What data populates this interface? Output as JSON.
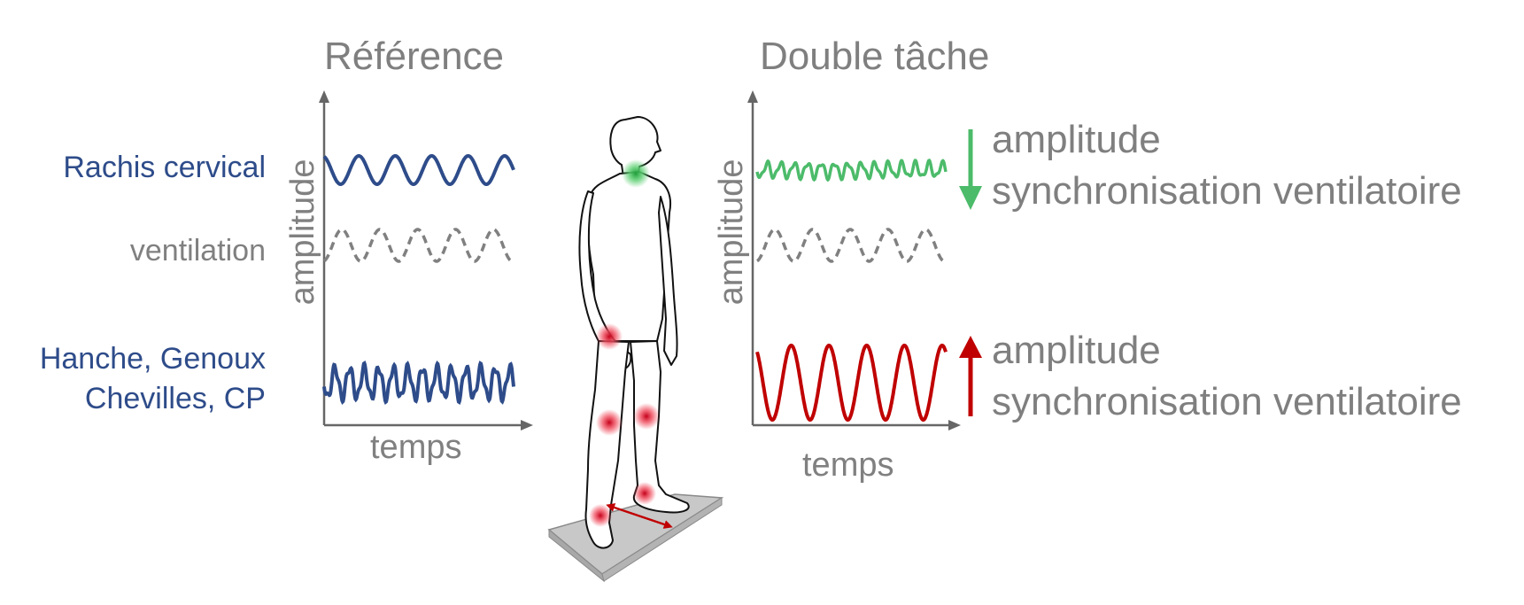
{
  "left_panel": {
    "title": "Référence",
    "y_label": "amplitude",
    "x_label": "temps",
    "labels": {
      "cervical": "Rachis cervical",
      "ventilation": "ventilation",
      "lower_line1": "Hanche, Genoux",
      "lower_line2": "Chevilles, CP"
    }
  },
  "right_panel": {
    "title": "Double tâche",
    "y_label": "amplitude",
    "x_label": "temps",
    "cervical_effect": {
      "direction": "decrease",
      "line1": "amplitude",
      "line2": "synchronisation ventilatoire",
      "color": "#4cbb6a"
    },
    "lower_effect": {
      "direction": "increase",
      "line1": "amplitude",
      "line2": "synchronisation ventilatoire",
      "color": "#c00000"
    }
  },
  "colors": {
    "blue": "#2e4c8a",
    "grey": "#808080",
    "green": "#4cbb6a",
    "red": "#c00000"
  }
}
